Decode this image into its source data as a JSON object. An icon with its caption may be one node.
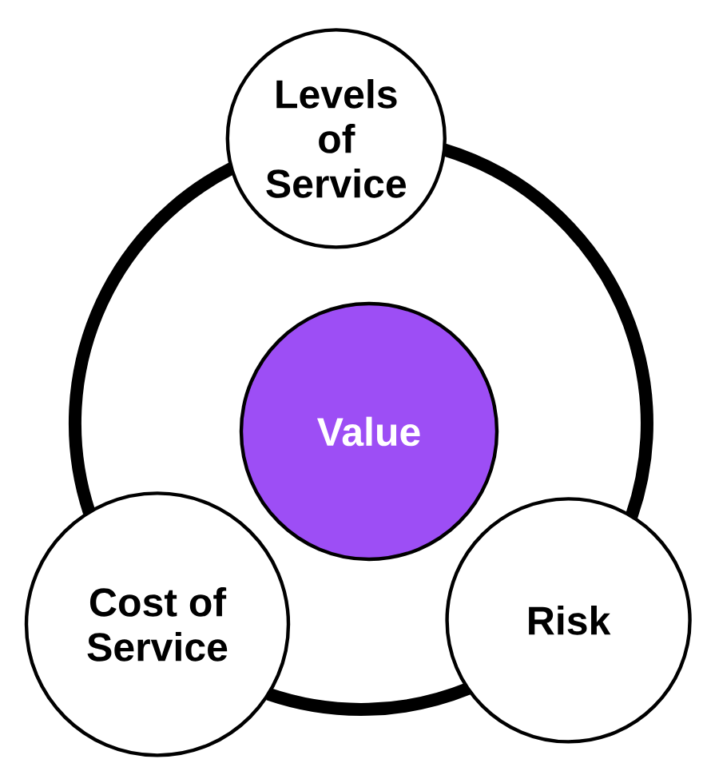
{
  "diagram": {
    "nodes": [
      {
        "text": [
          "Levels of Service"
        ]
      },
      {
        "text": [
          "Value"
        ]
      },
      {
        "text": [
          "Cost of Service"
        ]
      },
      {
        "text": [
          "Risk"
        ]
      }
    ],
    "edges": [
      {
        "from": 0,
        "to": 3,
        "arrow": "none"
      },
      {
        "from": 3,
        "to": 2,
        "arrow": "none"
      },
      {
        "from": 2,
        "to": 0,
        "arrow": "none"
      }
    ]
  }
}
